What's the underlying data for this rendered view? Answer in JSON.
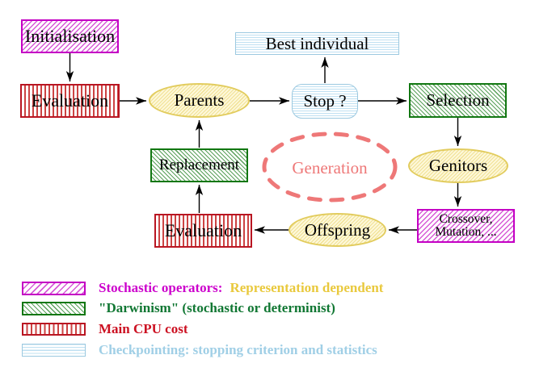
{
  "nodes": {
    "initialisation": {
      "label": "Initialisation"
    },
    "evaluation_top": {
      "label": "Evaluation"
    },
    "best_individual": {
      "label": "Best individual"
    },
    "parents": {
      "label": "Parents"
    },
    "stop": {
      "label": "Stop ?"
    },
    "selection": {
      "label": "Selection"
    },
    "replacement": {
      "label": "Replacement"
    },
    "generation": {
      "label": "Generation"
    },
    "genitors": {
      "label": "Genitors"
    },
    "evaluation_bottom": {
      "label": "Evaluation"
    },
    "offspring": {
      "label": "Offspring"
    },
    "crossover": {
      "line1": "Crossover,",
      "line2": "Mutation, ..."
    }
  },
  "legend": {
    "rows": [
      {
        "swatch": "magenta-diagonal-hatch",
        "label": "Stochastic operators:",
        "label_suffix": "Representation dependent"
      },
      {
        "swatch": "green-diagonal-hatch",
        "label": "\"Darwinism\" (stochastic or determinist)"
      },
      {
        "swatch": "red-vertical-stripes",
        "label": "Main CPU cost"
      },
      {
        "swatch": "cyan-horizontal-stripes",
        "label": "Checkpointing: stopping criterion and statistics"
      }
    ]
  },
  "colors": {
    "magenta": "#cc00cc",
    "gold": "#e9c93d",
    "dark_green": "#117733",
    "red": "#cc1122",
    "light_blue": "#a0cfe6",
    "salmon": "#ee7878",
    "yellow_border": "#e2cc5e",
    "arrow_black": "#000000"
  }
}
